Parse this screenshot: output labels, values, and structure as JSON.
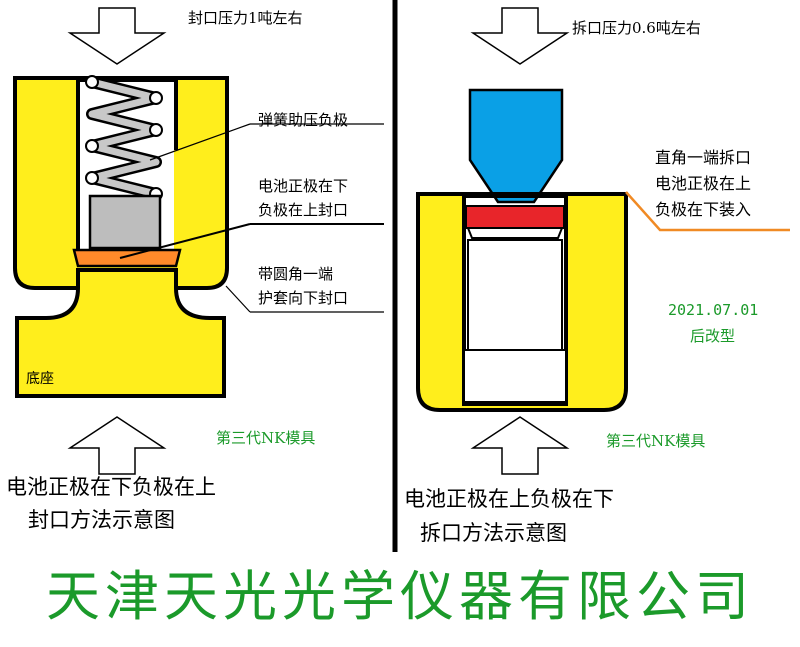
{
  "colors": {
    "mold_yellow": "#ffee1c",
    "spring_gray": "#c8c8c8",
    "electrode_gray": "#bdbdbd",
    "sheath_orange": "#ff8a2a",
    "punch_blue": "#0aa0e6",
    "cap_red": "#e8252a",
    "label_green": "#1b9a2a",
    "leader_orange": "#f08a24",
    "divider": "#000000"
  },
  "left_panel": {
    "top_force": "封口压力1吨左右",
    "spring_label": "弹簧助压负极",
    "polarity_label_line1": "电池正极在下",
    "polarity_label_line2": "负极在上封口",
    "sheath_label_line1": "带圆角一端",
    "sheath_label_line2": "护套向下封口",
    "base_label": "底座",
    "generation_label": "第三代NK模具",
    "caption_line1": "电池正极在下负极在上",
    "caption_line2": "封口方法示意图"
  },
  "right_panel": {
    "top_force": "拆口压力0.6吨左右",
    "right_label_line1": "直角一端拆口",
    "right_label_line2": "电池正极在上",
    "right_label_line3": "负极在下装入",
    "date_label": "2021.07.01",
    "revision_label": "后改型",
    "generation_label": "第三代NK模具",
    "caption_line1": "电池正极在上负极在下",
    "caption_line2": "拆口方法示意图"
  },
  "footer": {
    "company": "天津天光光学仪器有限公司"
  }
}
